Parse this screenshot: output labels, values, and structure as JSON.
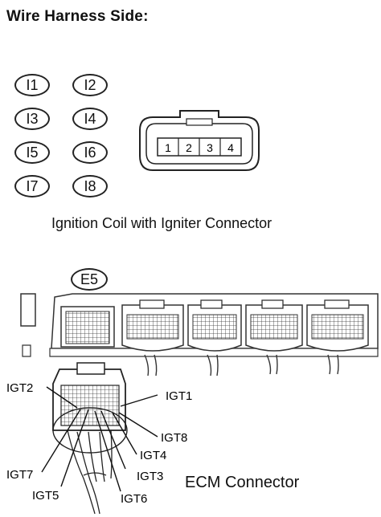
{
  "heading": "Wire Harness Side:",
  "codes": [
    "I1",
    "I2",
    "I3",
    "I4",
    "I5",
    "I6",
    "I7",
    "I8"
  ],
  "coil_connector": {
    "pins": [
      "1",
      "2",
      "3",
      "4"
    ],
    "caption": "Ignition Coil with Igniter Connector"
  },
  "ecm": {
    "code": "E5",
    "caption": "ECM Connector",
    "pin_labels": {
      "igt1": "IGT1",
      "igt2": "IGT2",
      "igt3": "IGT3",
      "igt4": "IGT4",
      "igt5": "IGT5",
      "igt6": "IGT6",
      "igt7": "IGT7",
      "igt8": "IGT8"
    }
  }
}
